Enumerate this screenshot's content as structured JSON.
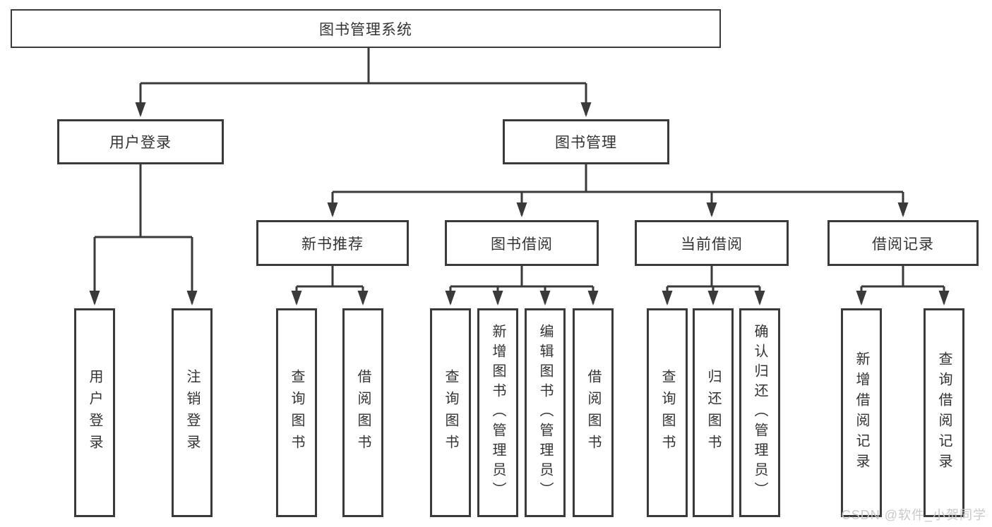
{
  "title": "图书管理系统",
  "level2": {
    "left": "用户登录",
    "right": "图书管理"
  },
  "level3": [
    "新书推荐",
    "图书借阅",
    "当前借阅",
    "借阅记录"
  ],
  "leaves": {
    "user_login_group": [
      "用户登录",
      "注销登录"
    ],
    "new_book_group": [
      "查询图书",
      "借阅图书"
    ],
    "book_borrow_group": [
      "查询图书",
      "新增图书（管理员）",
      "编辑图书（管理员）",
      "借阅图书"
    ],
    "current_borrow_group": [
      "查询图书",
      "归还图书",
      "确认归还（管理员）"
    ],
    "borrow_record_group": [
      "新增借阅记录",
      "查询借阅记录"
    ]
  },
  "watermark": "CSDN @软件_小贺同学",
  "colors": {
    "line": "#3a3a3a",
    "text": "#333333",
    "watermark": "#c9c9c9",
    "background": "#ffffff"
  }
}
